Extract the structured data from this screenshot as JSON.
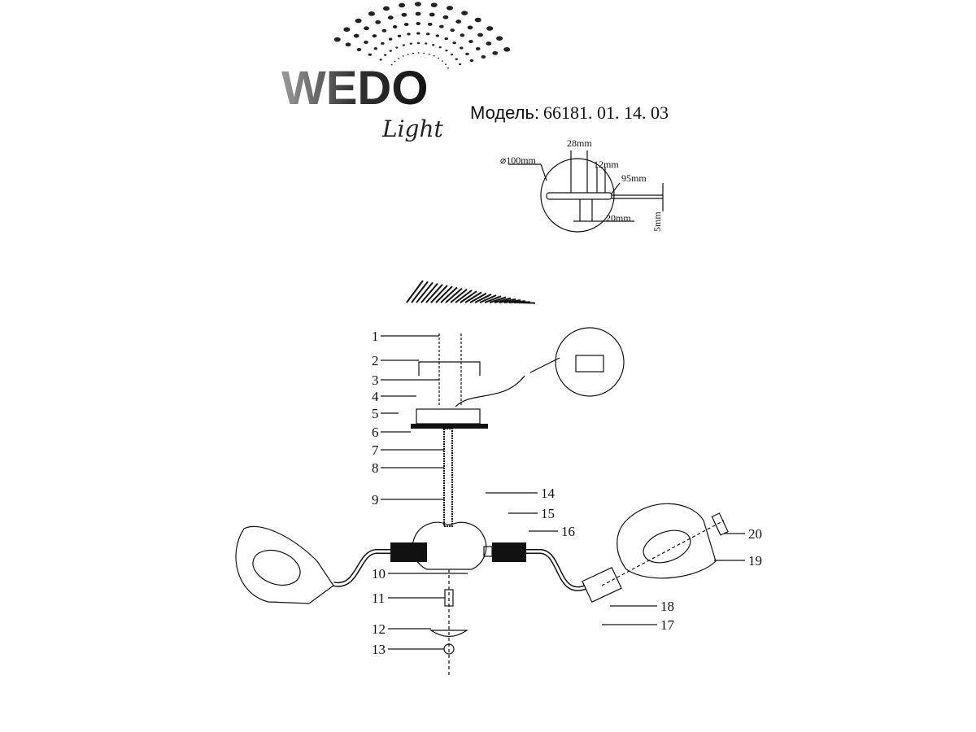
{
  "brand": {
    "word": "WEDO",
    "script": "Light"
  },
  "model": {
    "label": "Модель:",
    "number": "66181. 01. 14. 03"
  },
  "bracket_detail": {
    "diameter": "⌀100mm",
    "d1": "28mm",
    "d2": "12mm",
    "d3": "95mm",
    "d4": "20mm",
    "d5": "5mm"
  },
  "parts": [
    "1",
    "2",
    "3",
    "4",
    "5",
    "6",
    "7",
    "8",
    "9",
    "10",
    "11",
    "12",
    "13",
    "14",
    "15",
    "16",
    "17",
    "18",
    "19",
    "20"
  ],
  "colors": {
    "line": "#111111",
    "logo_gray": "#8a8a8a",
    "logo_dark": "#1a1a1a"
  }
}
